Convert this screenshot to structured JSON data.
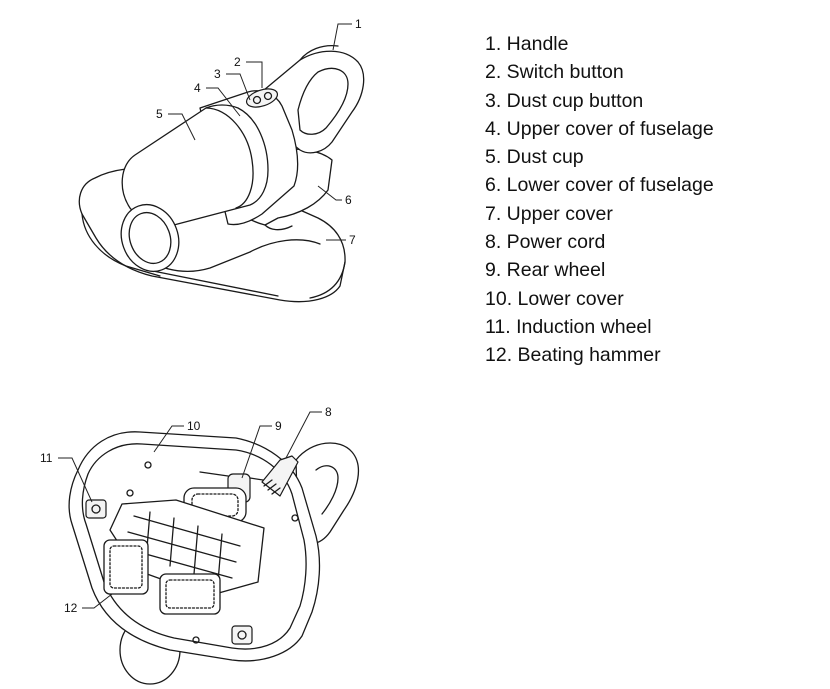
{
  "callouts": {
    "top": [
      "1",
      "2",
      "3",
      "4",
      "5",
      "6",
      "7"
    ],
    "bottom": [
      "8",
      "9",
      "10",
      "11",
      "12"
    ]
  },
  "legend": {
    "items": [
      "1. Handle",
      "2. Switch button",
      "3. Dust cup button",
      "4. Upper cover of fuselage",
      "5. Dust cup",
      "6. Lower cover of fuselage",
      "7. Upper cover",
      "8. Power cord",
      "9. Rear wheel",
      "10. Lower cover",
      "11. Induction wheel",
      "12. Beating hammer"
    ]
  }
}
